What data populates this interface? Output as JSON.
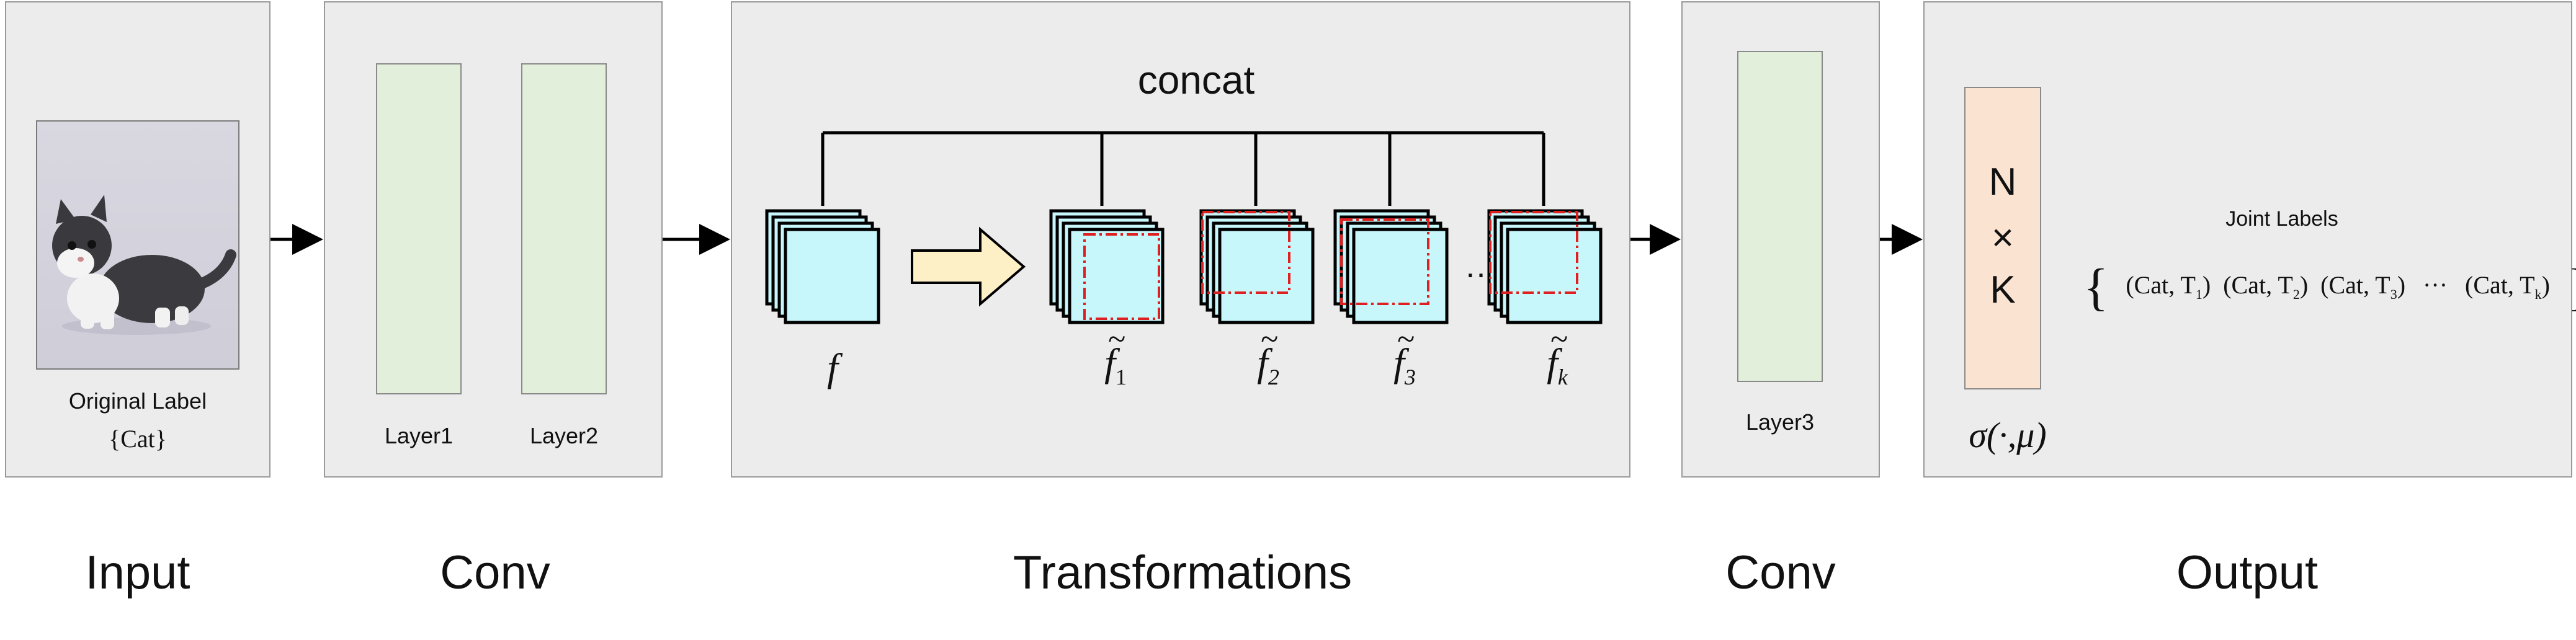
{
  "stages": {
    "input": "Input",
    "conv1": "Conv",
    "transformations": "Transformations",
    "conv2": "Conv",
    "output": "Output"
  },
  "input_panel": {
    "original_label_title": "Original Label",
    "original_label_value": "{Cat}"
  },
  "conv_panel": {
    "layer1": "Layer1",
    "layer2": "Layer2",
    "layer3": "Layer3"
  },
  "transform_panel": {
    "concat": "concat",
    "f": "f",
    "f1_sub": "1",
    "f2_sub": "2",
    "f3_sub": "3",
    "fk_sub": "k",
    "ellipsis": "…"
  },
  "output_panel": {
    "n": "N",
    "times": "×",
    "k": "K",
    "sigma": "σ(·,μ)",
    "joint_labels_title": "Joint Labels",
    "joint_labels": [
      "(Cat, T",
      "1",
      ")",
      "(Cat, T",
      "2",
      ")",
      "(Cat, T",
      "3",
      ")",
      "···",
      "(Cat, T",
      "k",
      ")"
    ]
  },
  "colors": {
    "panel_bg": "#ececec",
    "layer_fill": "#e2efda",
    "feature_fill": "#c8f7fb",
    "output_fill": "#fbe3d2",
    "arrow_fill": "#fdf0c7",
    "dash_red": "#e02020"
  },
  "icons": {
    "image": "kitten-photo",
    "transform_arrow": "block-arrow-right"
  }
}
